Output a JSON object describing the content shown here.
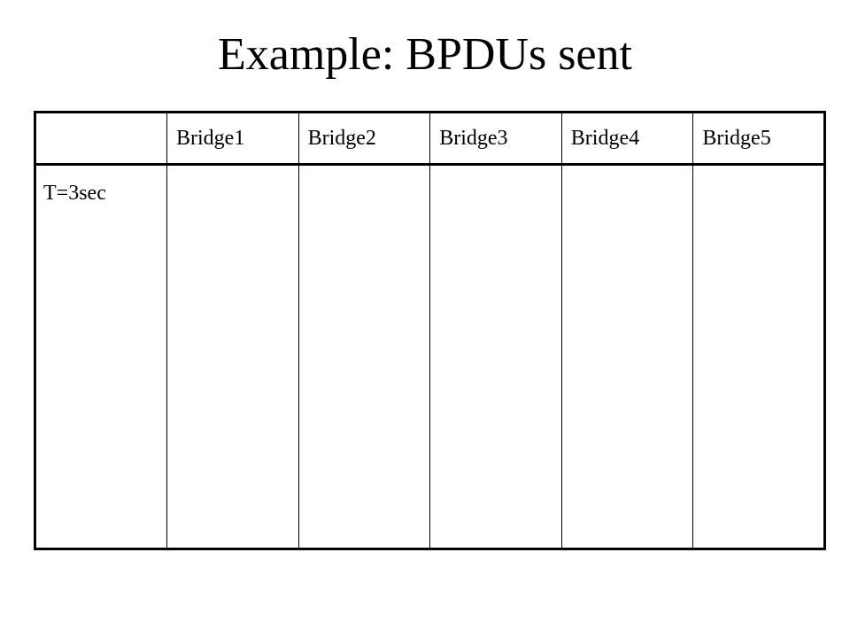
{
  "slide": {
    "title": "Example: BPDUs sent"
  },
  "table": {
    "corner": "",
    "columns": [
      "Bridge1",
      "Bridge2",
      "Bridge3",
      "Bridge4",
      "Bridge5"
    ],
    "rows": [
      {
        "label": "T=3sec",
        "cells": [
          "",
          "",
          "",
          "",
          ""
        ]
      }
    ]
  }
}
